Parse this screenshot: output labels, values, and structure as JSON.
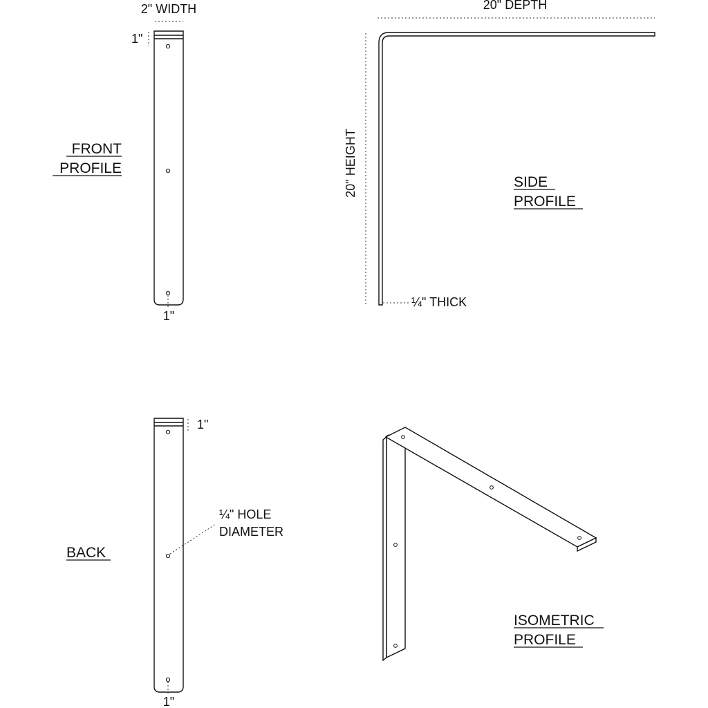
{
  "front_view": {
    "title_line1": "FRONT",
    "title_line2": "PROFILE",
    "width_dim": "2\" WIDTH",
    "top_offset_dim": "1\"",
    "bottom_offset_dim": "1\""
  },
  "side_view": {
    "title_line1": "SIDE",
    "title_line2": "PROFILE",
    "depth_dim": "20\" DEPTH",
    "height_dim": "20\" HEIGHT",
    "thickness_dim": "¼\" THICK"
  },
  "back_view": {
    "title": "BACK",
    "top_offset_dim": "1\"",
    "bottom_offset_dim": "1\"",
    "hole_note_line1": "¼\" HOLE",
    "hole_note_line2": "DIAMETER"
  },
  "iso_view": {
    "title_line1": "ISOMETRIC",
    "title_line2": "PROFILE"
  }
}
